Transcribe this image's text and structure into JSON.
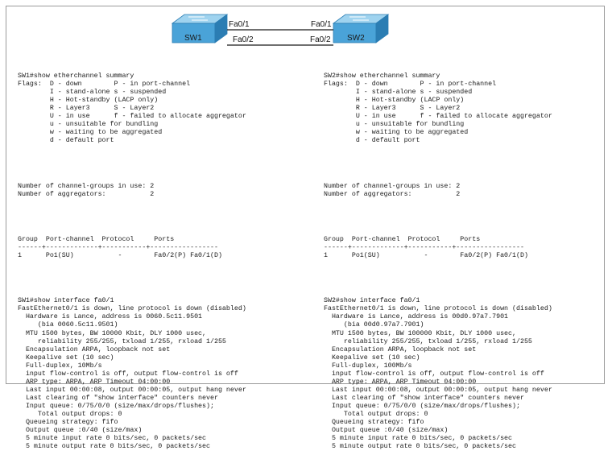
{
  "topology": {
    "switches": [
      {
        "label": "SW1"
      },
      {
        "label": "SW2"
      }
    ],
    "links": [
      {
        "left_port": "Fa0/1",
        "right_port": "Fa0/1"
      },
      {
        "left_port": "Fa0/2",
        "right_port": "Fa0/2"
      }
    ],
    "colors": {
      "switch_body": "#4aa3d8",
      "switch_top": "#9fd3ef",
      "switch_side": "#2b7db3",
      "link": "#1a1a1a"
    }
  },
  "left": {
    "lines_a": [
      "SW1#show etherchannel summary",
      "Flags:  D - down        P - in port-channel",
      "        I - stand-alone s - suspended",
      "        H - Hot-standby (LACP only)",
      "        R - Layer3      S - Layer2",
      "        U - in use      f - failed to allocate aggregator",
      "        u - unsuitable for bundling",
      "        w - waiting to be aggregated",
      "        d - default port"
    ],
    "lines_b": [
      "Number of channel-groups in use: 2",
      "Number of aggregators:           2"
    ],
    "lines_c": [
      "Group  Port-channel  Protocol     Ports",
      "------+-------------+-----------+-----------------",
      "1      Po1(SU)           -        Fa0/2(P) Fa0/1(D)"
    ],
    "lines_d": [
      "SW1#show interface fa0/1",
      "FastEthernet0/1 is down, line protocol is down (disabled)",
      "  Hardware is Lance, address is 0060.5c11.9501",
      "     (bia 0060.5c11.9501)",
      "  MTU 1500 bytes, BW 10000 Kbit, DLY 1000 usec,",
      "     reliability 255/255, txload 1/255, rxload 1/255",
      "  Encapsulation ARPA, loopback not set",
      "  Keepalive set (10 sec)",
      "  Full-duplex, 10Mb/s",
      "  input flow-control is off, output flow-control is off",
      "  ARP type: ARPA, ARP Timeout 04:00:00",
      "  Last input 00:00:08, output 00:00:05, output hang never",
      "  Last clearing of \"show interface\" counters never",
      "  Input queue: 0/75/0/0 (size/max/drops/flushes);",
      "     Total output drops: 0",
      "  Queueing strategy: fifo",
      "  Output queue :0/40 (size/max)",
      "  5 minute input rate 0 bits/sec, 0 packets/sec",
      "  5 minute output rate 0 bits/sec, 0 packets/sec"
    ]
  },
  "right": {
    "lines_a": [
      "SW2#show etherchannel summary",
      "Flags:  D - down        P - in port-channel",
      "        I - stand-alone s - suspended",
      "        H - Hot-standby (LACP only)",
      "        R - Layer3      S - Layer2",
      "        U - in use      f - failed to allocate aggregator",
      "        u - unsuitable for bundling",
      "        w - waiting to be aggregated",
      "        d - default port"
    ],
    "lines_b": [
      "Number of channel-groups in use: 2",
      "Number of aggregators:           2"
    ],
    "lines_c": [
      "Group  Port-channel  Protocol     Ports",
      "------+-------------+-----------+-----------------",
      "1      Po1(SU)           -        Fa0/2(P) Fa0/1(D)"
    ],
    "lines_d": [
      "SW2#show interface fa0/1",
      "FastEthernet0/1 is down, line protocol is down (disabled)",
      "  Hardware is Lance, address is 00d0.97a7.7901",
      "     (bia 00d0.97a7.7901)",
      "  MTU 1500 bytes, BW 100000 Kbit, DLY 1000 usec,",
      "     reliability 255/255, txload 1/255, rxload 1/255",
      "  Encapsulation ARPA, loopback not set",
      "  Keepalive set (10 sec)",
      "  Full-duplex, 100Mb/s",
      "  input flow-control is off, output flow-control is off",
      "  ARP type: ARPA, ARP Timeout 04:00:00",
      "  Last input 00:00:08, output 00:00:05, output hang never",
      "  Last clearing of \"show interface\" counters never",
      "  Input queue: 0/75/0/0 (size/max/drops/flushes);",
      "     Total output drops: 0",
      "  Queueing strategy: fifo",
      "  Output queue :0/40 (size/max)",
      "  5 minute input rate 0 bits/sec, 0 packets/sec",
      "  5 minute output rate 0 bits/sec, 0 packets/sec"
    ]
  }
}
